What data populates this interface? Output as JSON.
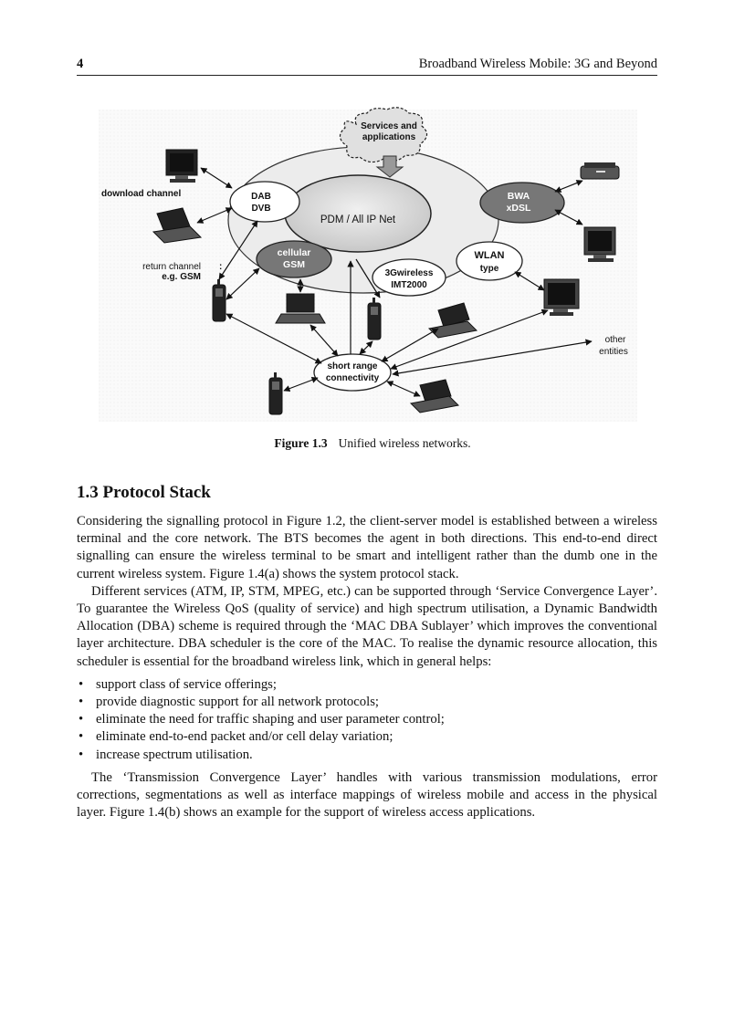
{
  "header": {
    "page_number": "4",
    "running_title": "Broadband Wireless Mobile: 3G and Beyond"
  },
  "figure": {
    "labels": {
      "services": [
        "Services and",
        "applications"
      ],
      "core": "PDM / All IP Net",
      "dab": [
        "DAB",
        "DVB"
      ],
      "bwa": [
        "BWA",
        "xDSL"
      ],
      "cellular": [
        "cellular",
        "GSM"
      ],
      "wlan": [
        "WLAN",
        "type"
      ],
      "threeg": [
        "3Gwireless",
        "IMT2000"
      ],
      "short_range": [
        "short range",
        "connectivity"
      ],
      "download_channel": "download channel",
      "return_channel": [
        "return channel",
        "e.g. GSM"
      ],
      "return_colon": ":",
      "other_entities": [
        "other",
        "entities"
      ]
    },
    "caption_label": "Figure 1.3",
    "caption_text": "Unified wireless networks."
  },
  "section": {
    "number_title": "1.3  Protocol Stack"
  },
  "paragraphs": {
    "p1": "Considering the signalling protocol in Figure 1.2, the client-server model is established between a wireless terminal and the core network. The BTS becomes the agent in both directions. This end-to-end direct signalling can ensure the wireless terminal to be smart and intelligent rather than the dumb one in the current wireless system. Figure 1.4(a) shows the system protocol stack.",
    "p2": "Different services (ATM, IP, STM, MPEG, etc.) can be supported through ‘Service Convergence Layer’. To guarantee the Wireless QoS (quality of service) and high spectrum utilisation, a Dynamic Bandwidth Allocation (DBA) scheme is required through the ‘MAC DBA Sublayer’ which improves the conventional layer architecture. DBA scheduler is the core of the MAC. To realise the dynamic resource allocation, this scheduler is essential for the broadband wireless link, which in general helps:",
    "bullets": [
      "support class of service offerings;",
      "provide diagnostic support for all network protocols;",
      "eliminate the need for traffic shaping and user parameter control;",
      "eliminate end-to-end packet and/or cell delay variation;",
      "increase spectrum utilisation."
    ],
    "p3": "The ‘Transmission Convergence Layer’ handles with various transmission modulations, error corrections, segmentations as well as interface mappings of wireless mobile and access in the physical layer. Figure 1.4(b) shows an example for the support of wireless access applications."
  }
}
